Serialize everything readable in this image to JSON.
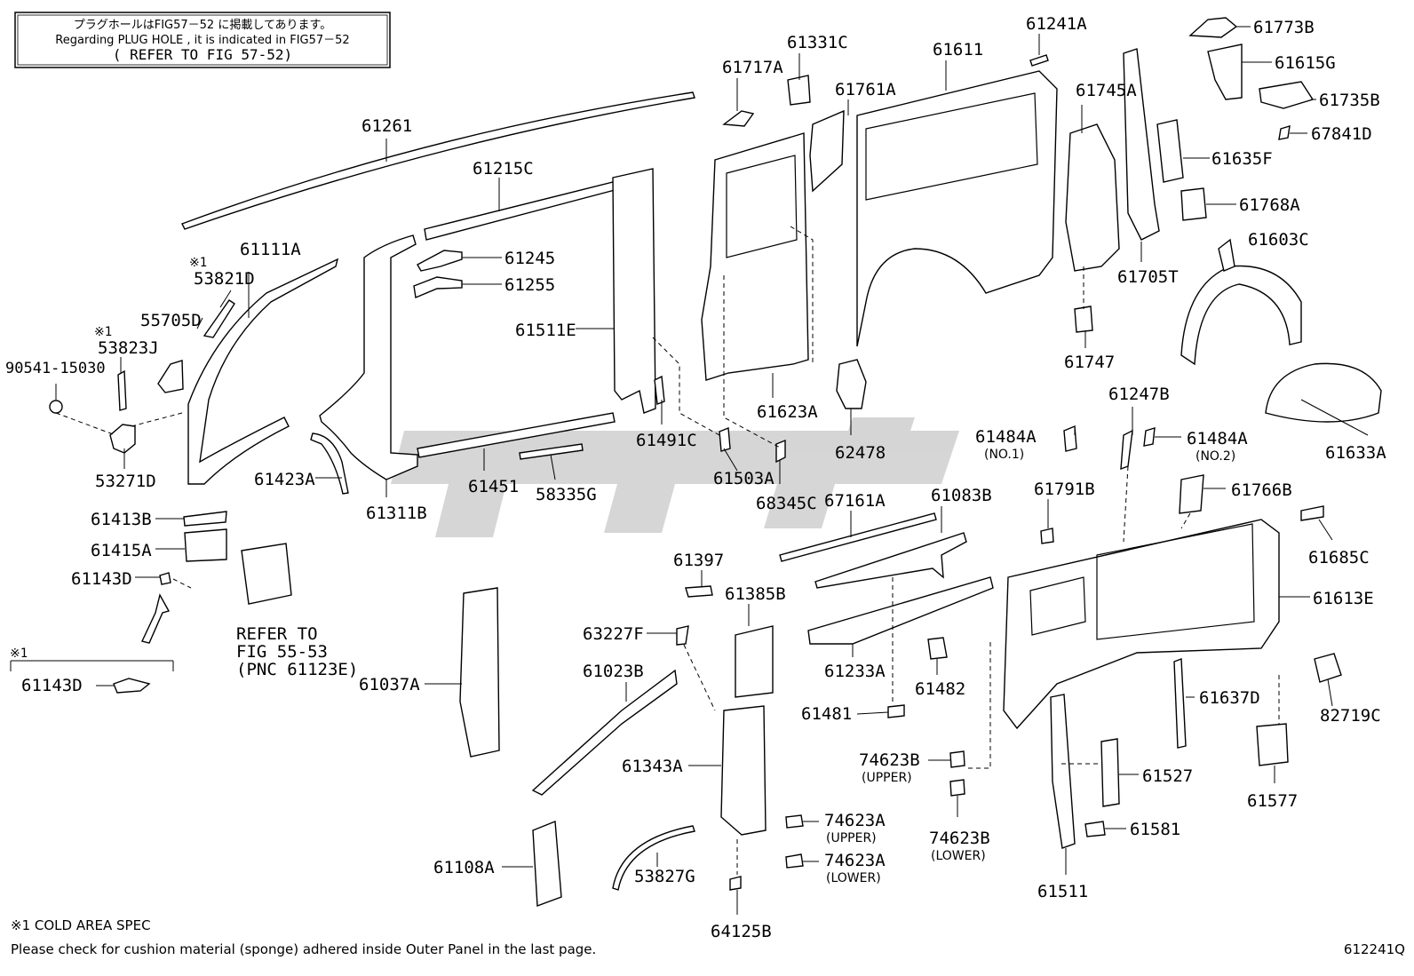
{
  "note_box": {
    "line1": "プラグホールはFIG57－52 に掲載してあります。",
    "line2": "Regarding PLUG HOLE , it is indicated in FIG57－52",
    "line3": "( REFER TO FIG 57-52)"
  },
  "refer": {
    "line1": "REFER TO",
    "line2": "FIG 55-53",
    "line3": "(PNC 61123E)"
  },
  "cold_mark": "※1",
  "footer": {
    "cold_area": "※1 COLD AREA SPEC",
    "cushion_note": "Please check for cushion material (sponge) adhered inside Outer Panel in the last page.",
    "figure_code": "612241Q"
  },
  "watermark": "tiptop",
  "parts": [
    {
      "id": "p01",
      "label": "61261"
    },
    {
      "id": "p02",
      "label": "61111A"
    },
    {
      "id": "p03",
      "label": "53821D"
    },
    {
      "id": "p04",
      "label": "55705D"
    },
    {
      "id": "p05",
      "label": "53823J"
    },
    {
      "id": "p06",
      "label": "90541-15030"
    },
    {
      "id": "p07",
      "label": "53271D"
    },
    {
      "id": "p08",
      "label": "61215C"
    },
    {
      "id": "p09",
      "label": "61245"
    },
    {
      "id": "p10",
      "label": "61255"
    },
    {
      "id": "p11",
      "label": "61511E"
    },
    {
      "id": "p12",
      "label": "61491C"
    },
    {
      "id": "p13",
      "label": "61423A"
    },
    {
      "id": "p14",
      "label": "61311B"
    },
    {
      "id": "p15",
      "label": "61451"
    },
    {
      "id": "p16",
      "label": "58335G"
    },
    {
      "id": "p17",
      "label": "61503A"
    },
    {
      "id": "p18",
      "label": "68345C"
    },
    {
      "id": "p19",
      "label": "61717A"
    },
    {
      "id": "p20",
      "label": "61331C"
    },
    {
      "id": "p21",
      "label": "61761A"
    },
    {
      "id": "p22",
      "label": "61611"
    },
    {
      "id": "p23",
      "label": "61241A"
    },
    {
      "id": "p24",
      "label": "61623A"
    },
    {
      "id": "p25",
      "label": "62478"
    },
    {
      "id": "p26",
      "label": "61745A"
    },
    {
      "id": "p27",
      "label": "61747"
    },
    {
      "id": "p28",
      "label": "61705T"
    },
    {
      "id": "p29",
      "label": "61773B"
    },
    {
      "id": "p30",
      "label": "61615G"
    },
    {
      "id": "p31",
      "label": "61735B"
    },
    {
      "id": "p32",
      "label": "67841D"
    },
    {
      "id": "p33",
      "label": "61635F"
    },
    {
      "id": "p34",
      "label": "61768A"
    },
    {
      "id": "p35",
      "label": "61603C"
    },
    {
      "id": "p36",
      "label": "61633A"
    },
    {
      "id": "p37",
      "label": "61247B"
    },
    {
      "id": "p38",
      "label": "61484A"
    },
    {
      "id": "p39",
      "label": "61484A"
    },
    {
      "id": "p40",
      "label": "61766B"
    },
    {
      "id": "p41",
      "label": "61685C"
    },
    {
      "id": "p42",
      "label": "61613E"
    },
    {
      "id": "p43",
      "label": "61791B"
    },
    {
      "id": "p44",
      "label": "67161A"
    },
    {
      "id": "p45",
      "label": "61083B"
    },
    {
      "id": "p46",
      "label": "61233A"
    },
    {
      "id": "p47",
      "label": "61482"
    },
    {
      "id": "p48",
      "label": "61481"
    },
    {
      "id": "p49",
      "label": "61413B"
    },
    {
      "id": "p50",
      "label": "61415A"
    },
    {
      "id": "p51",
      "label": "61143D"
    },
    {
      "id": "p52",
      "label": "61143D"
    },
    {
      "id": "p53",
      "label": "61037A"
    },
    {
      "id": "p54",
      "label": "61397"
    },
    {
      "id": "p55",
      "label": "61385B"
    },
    {
      "id": "p56",
      "label": "63227F"
    },
    {
      "id": "p57",
      "label": "61023B"
    },
    {
      "id": "p58",
      "label": "61343A"
    },
    {
      "id": "p59",
      "label": "61108A"
    },
    {
      "id": "p60",
      "label": "53827G"
    },
    {
      "id": "p61",
      "label": "64125B"
    },
    {
      "id": "p62",
      "label": "74623A"
    },
    {
      "id": "p63",
      "label": "74623A"
    },
    {
      "id": "p64",
      "label": "74623B"
    },
    {
      "id": "p65",
      "label": "74623B"
    },
    {
      "id": "p66",
      "label": "61637D"
    },
    {
      "id": "p67",
      "label": "61527"
    },
    {
      "id": "p68",
      "label": "61581"
    },
    {
      "id": "p69",
      "label": "61511"
    },
    {
      "id": "p70",
      "label": "82719C"
    },
    {
      "id": "p71",
      "label": "61577"
    }
  ],
  "qualifiers": {
    "no1": "(NO.1)",
    "no2": "(NO.2)",
    "upper_a": "(UPPER)",
    "lower_a": "(LOWER)",
    "upper_b": "(UPPER)",
    "lower_b": "(LOWER)"
  }
}
